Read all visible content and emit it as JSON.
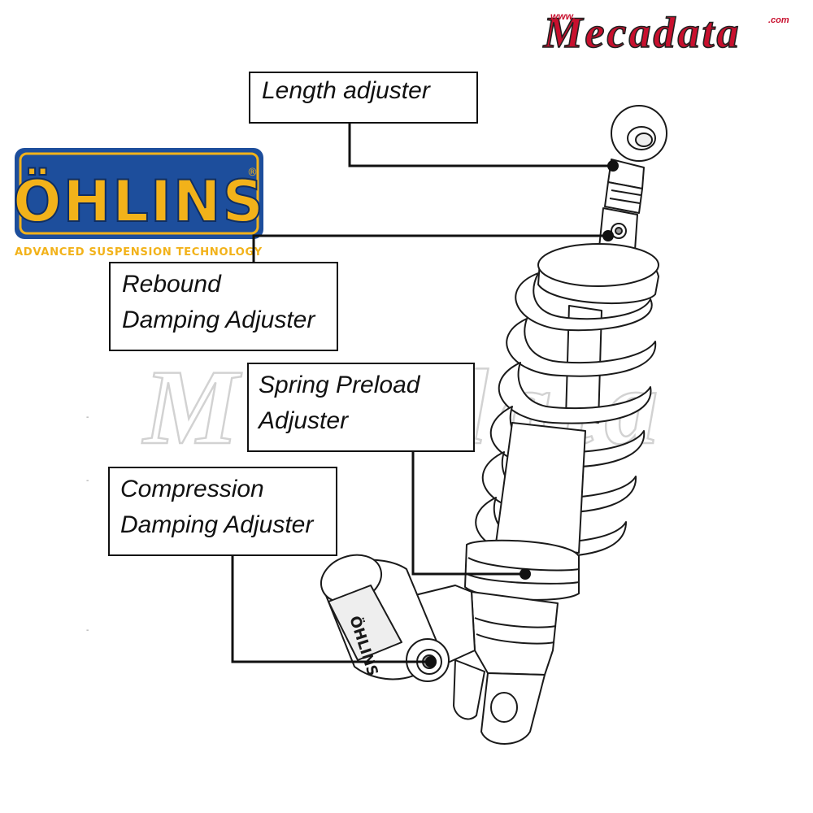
{
  "branding": {
    "mecadata_logo_text": "Mecadata",
    "mecadata_www": "www.",
    "mecadata_com": ".com",
    "watermark_text": "Mecadata",
    "ohlins_name": "ÖHLINS",
    "ohlins_registered": "®",
    "ohlins_tagline": "ADVANCED SUSPENSION TECHNOLOGY",
    "shock_reservoir_text": "ÖHLINS"
  },
  "labels": {
    "length_adjuster": [
      "Length adjuster"
    ],
    "rebound_damping_adjuster": [
      "Rebound",
      "Damping Adjuster"
    ],
    "spring_preload_adjuster": [
      "Spring Preload",
      "Adjuster"
    ],
    "compression_damping_adjuster": [
      "Compression",
      "Damping Adjuster"
    ]
  },
  "stray_marks": [
    "-",
    "-",
    "-"
  ],
  "colors": {
    "ohlins_blue": "#1d4e9c",
    "ohlins_gold": "#f2b21a",
    "mecadata_red": "#c8102e",
    "line_black": "#111111",
    "watermark_stroke": "#d2d2d2"
  },
  "icons": {
    "mecadata_logo": "mecadata-logo",
    "ohlins_logo": "ohlins-logo",
    "shock_absorber": "shock-absorber-illustration"
  }
}
